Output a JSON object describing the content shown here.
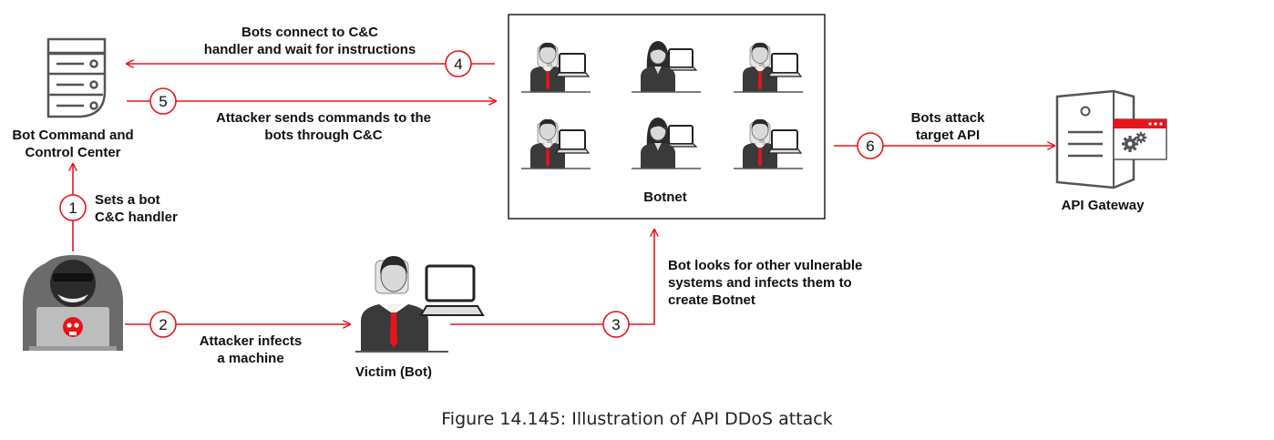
{
  "steps": [
    "1",
    "2",
    "3",
    "4",
    "5",
    "6"
  ],
  "labels": {
    "cc_node": "Bot Command and\nControl Center",
    "step1": "Sets a bot\nC&C handler",
    "step2": "Attacker infects\na machine",
    "step3": "Bot looks for other vulnerable\nsystems and infects them to\ncreate Botnet",
    "step4": "Bots connect to C&C\nhandler and wait  for instructions",
    "step5": "Attacker sends commands to the\nbots through C&C",
    "step6": "Bots attack\ntarget API",
    "botnet": "Botnet",
    "victim": "Victim (Bot)",
    "api": "API Gateway"
  },
  "caption": "Figure 14.145: Illustration of API DDoS attack",
  "colors": {
    "accent": "#e8141b",
    "dark": "#3a3a3a",
    "skin": "#d9d9d9",
    "text": "#111111"
  },
  "icons": [
    "server-icon",
    "hacker-icon",
    "skull-icon",
    "person-with-laptop-icon",
    "api-gateway-icon",
    "gear-icon"
  ]
}
